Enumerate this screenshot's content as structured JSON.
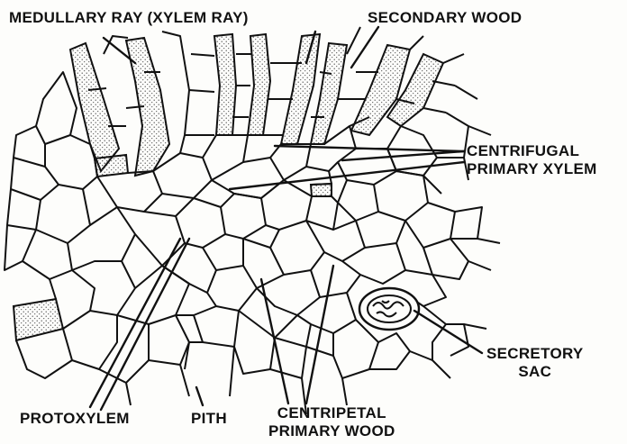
{
  "labels": {
    "medullary_ray": "MEDULLARY RAY (XYLEM RAY)",
    "secondary_wood": "SECONDARY WOOD",
    "centrifugal": [
      "CENTRIFUGAL",
      "PRIMARY XYLEM"
    ],
    "secretory_sac": [
      "SECRETORY",
      "SAC"
    ],
    "protoxylem": "PROTOXYLEM",
    "pith": "PITH",
    "centripetal": [
      "CENTRIPETAL",
      "PRIMARY WOOD"
    ]
  },
  "colors": {
    "ink": "#111111",
    "paper": "#fdfdfb",
    "stipple": "#555555"
  }
}
